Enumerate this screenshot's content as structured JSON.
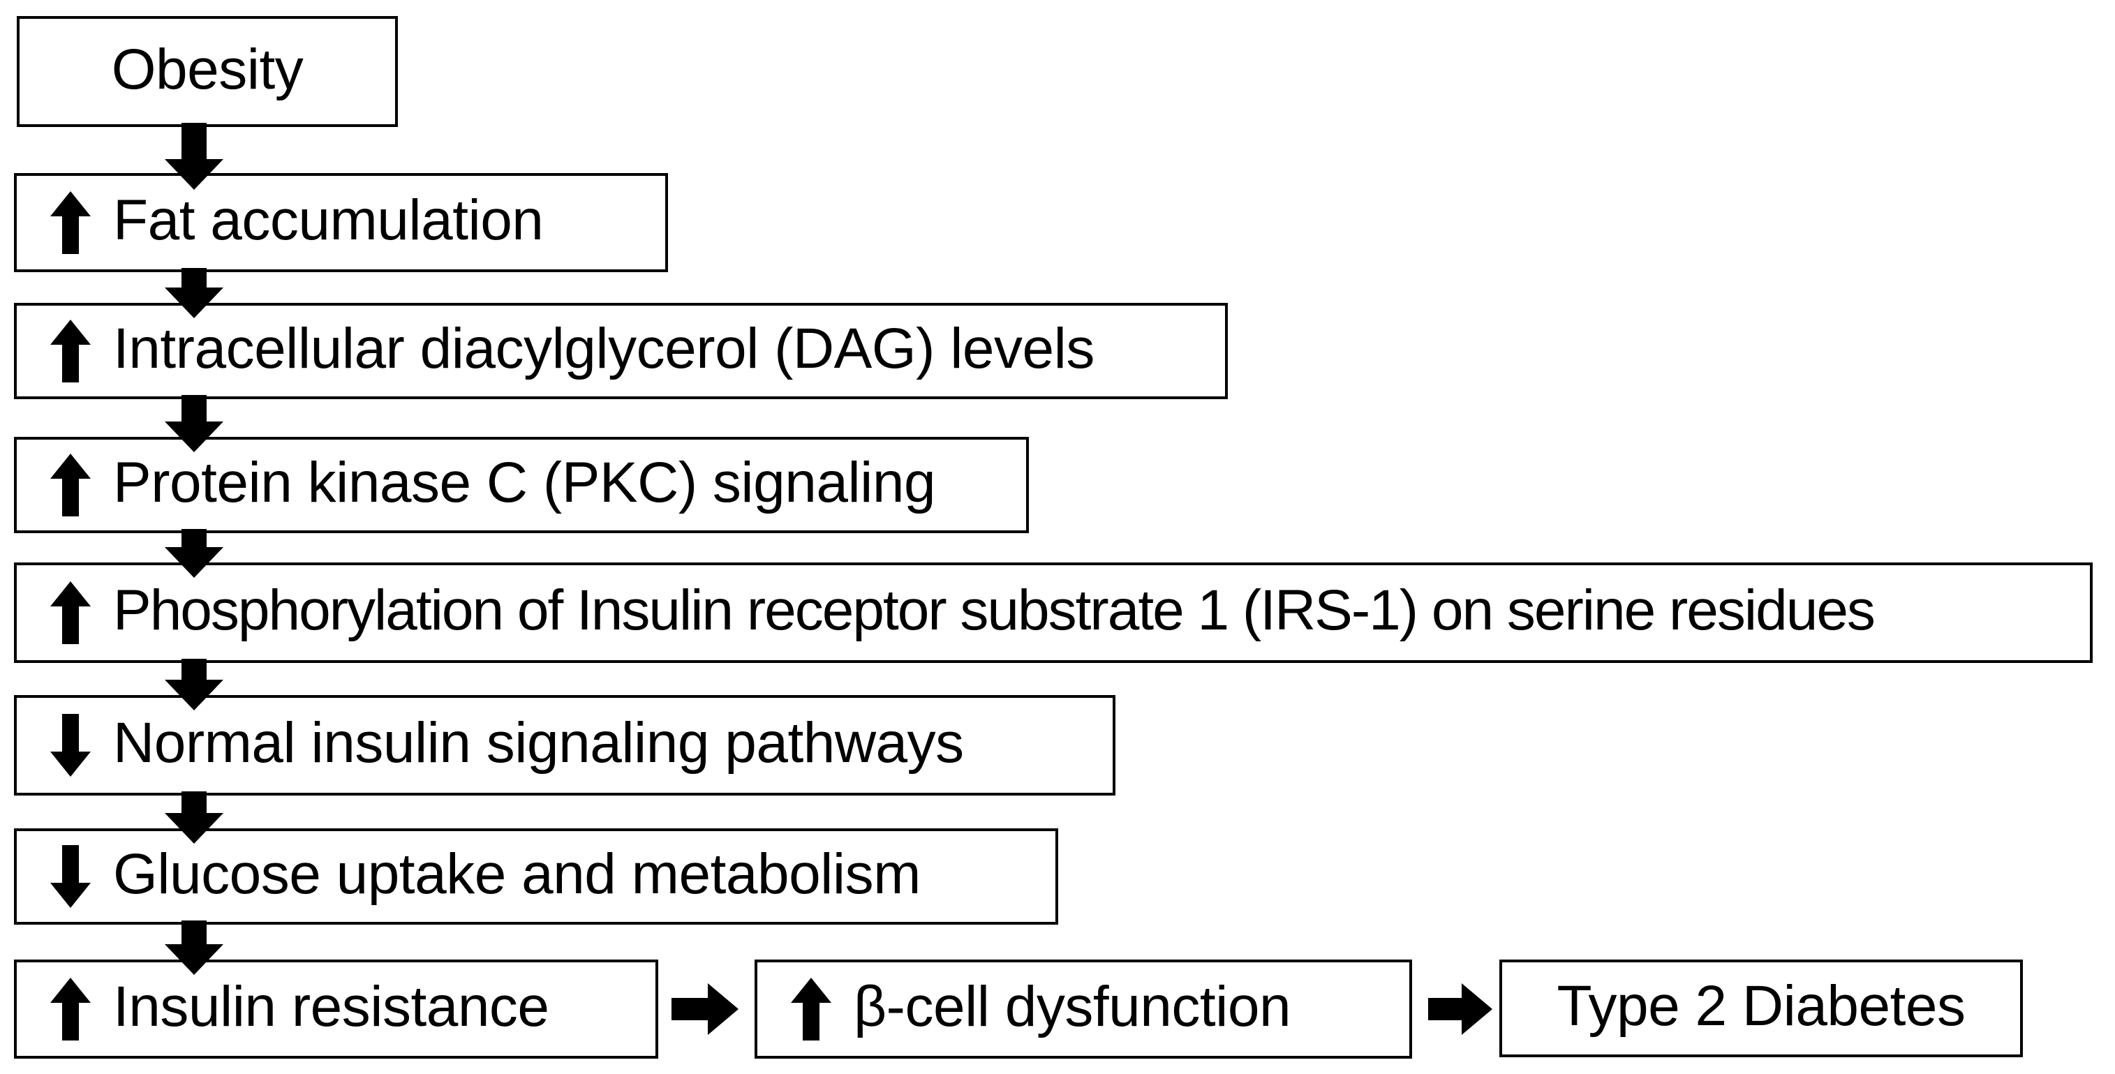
{
  "diagram": {
    "title": "Obesity to Type 2 Diabetes mechanism flowchart",
    "colors": {
      "background": "#ffffff",
      "box_fill": "#ffffff",
      "box_border": "#000000",
      "text": "#000000",
      "arrow": "#000000"
    },
    "nodes": [
      {
        "id": "obesity",
        "label": "Obesity",
        "change": null
      },
      {
        "id": "fat-accumulation",
        "label": "Fat accumulation",
        "change": "increase",
        "icon": "up-arrow-icon"
      },
      {
        "id": "dag-levels",
        "label": "Intracellular diacylglycerol (DAG) levels",
        "change": "increase",
        "icon": "up-arrow-icon"
      },
      {
        "id": "pkc-signaling",
        "label": "Protein kinase C (PKC) signaling",
        "change": "increase",
        "icon": "up-arrow-icon"
      },
      {
        "id": "irs1-serine-phosphorylation",
        "label": "Phosphorylation of Insulin receptor substrate 1 (IRS-1) on serine residues",
        "change": "increase",
        "icon": "up-arrow-icon"
      },
      {
        "id": "normal-insulin-signaling",
        "label": "Normal insulin signaling pathways",
        "change": "decrease",
        "icon": "down-arrow-icon"
      },
      {
        "id": "glucose-uptake-metabolism",
        "label": "Glucose uptake and metabolism",
        "change": "decrease",
        "icon": "down-arrow-icon"
      },
      {
        "id": "insulin-resistance",
        "label": "Insulin resistance",
        "change": "increase",
        "icon": "up-arrow-icon"
      },
      {
        "id": "beta-cell-dysfunction",
        "label": "β-cell dysfunction",
        "change": "increase",
        "icon": "up-arrow-icon"
      },
      {
        "id": "type-2-diabetes",
        "label": "Type 2 Diabetes",
        "change": null
      }
    ],
    "edges": [
      {
        "from": "obesity",
        "to": "fat-accumulation",
        "direction": "down"
      },
      {
        "from": "fat-accumulation",
        "to": "dag-levels",
        "direction": "down"
      },
      {
        "from": "dag-levels",
        "to": "pkc-signaling",
        "direction": "down"
      },
      {
        "from": "pkc-signaling",
        "to": "irs1-serine-phosphorylation",
        "direction": "down"
      },
      {
        "from": "irs1-serine-phosphorylation",
        "to": "normal-insulin-signaling",
        "direction": "down"
      },
      {
        "from": "normal-insulin-signaling",
        "to": "glucose-uptake-metabolism",
        "direction": "down"
      },
      {
        "from": "glucose-uptake-metabolism",
        "to": "insulin-resistance",
        "direction": "down"
      },
      {
        "from": "insulin-resistance",
        "to": "beta-cell-dysfunction",
        "direction": "right"
      },
      {
        "from": "beta-cell-dysfunction",
        "to": "type-2-diabetes",
        "direction": "right"
      }
    ]
  }
}
